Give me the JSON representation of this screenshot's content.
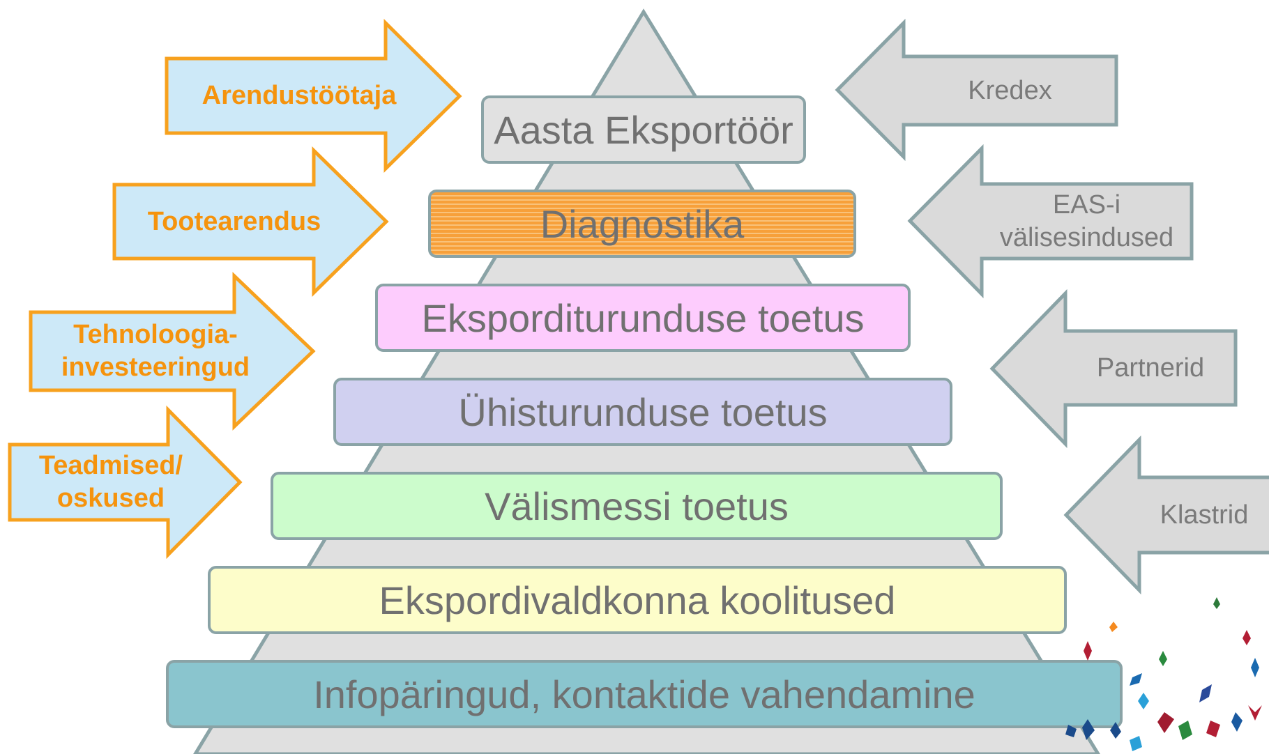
{
  "pyramid": {
    "tiers": [
      {
        "label": "Aasta Eksportöör",
        "fill": "#e1e1e1"
      },
      {
        "label": "Diagnostika",
        "fill": "#f7a03a"
      },
      {
        "label": "Eksporditurunduse toetus",
        "fill": "#fdccfd"
      },
      {
        "label": "Ühisturunduse toetus",
        "fill": "#d0d0f0"
      },
      {
        "label": "Välismessi toetus",
        "fill": "#ccfccc"
      },
      {
        "label": "Ekspordivaldkonna koolitused",
        "fill": "#fdfdca"
      },
      {
        "label": "Infopäringud, kontaktide vahendamine",
        "fill": "#8ac5ce"
      }
    ]
  },
  "inputs_left": [
    {
      "line1": "Arendustöötaja",
      "line2": ""
    },
    {
      "line1": "Tootearendus",
      "line2": ""
    },
    {
      "line1": "Tehnoloogia-",
      "line2": "investeeringud"
    },
    {
      "line1": "Teadmised/",
      "line2": "oskused"
    }
  ],
  "inputs_right": [
    {
      "line1": "Kredex",
      "line2": ""
    },
    {
      "line1": "EAS-i",
      "line2": "välisesindused"
    },
    {
      "line1": "Partnerid",
      "line2": ""
    },
    {
      "line1": "Klastrid",
      "line2": ""
    }
  ],
  "colors": {
    "left_arrow_fill": "#cde9f8",
    "left_arrow_stroke": "#f7a11e",
    "right_arrow_fill": "#dadada",
    "right_arrow_stroke": "#8aa3a6",
    "pyramid_fill": "#e0e0e0",
    "pyramid_stroke": "#8aa3a6"
  }
}
